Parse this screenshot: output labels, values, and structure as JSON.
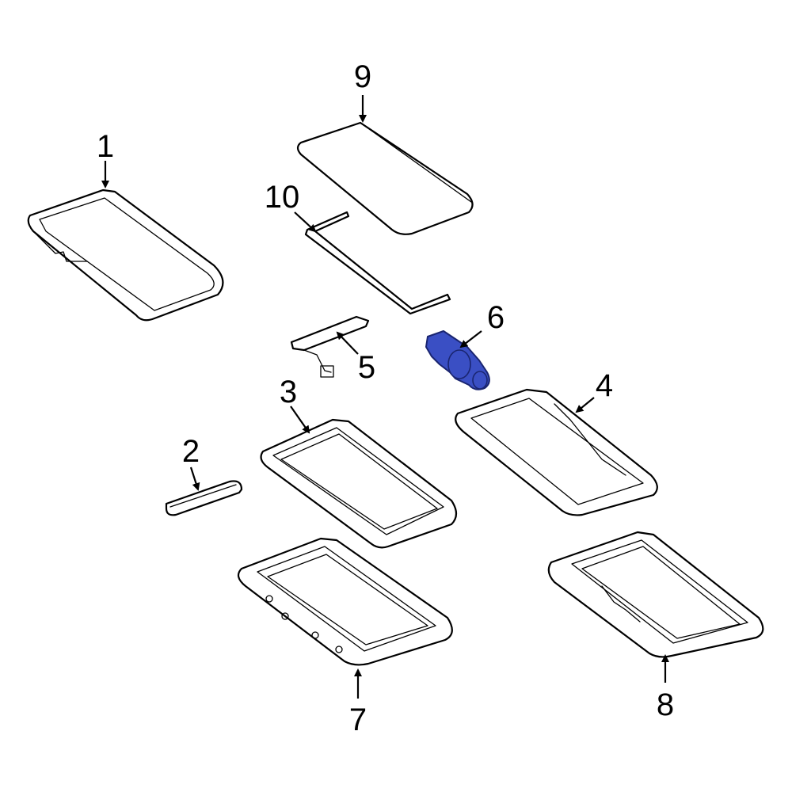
{
  "callouts": [
    {
      "number": "1",
      "part": "glass-frame"
    },
    {
      "number": "2",
      "part": "trim-piece"
    },
    {
      "number": "3",
      "part": "sunroof-frame"
    },
    {
      "number": "4",
      "part": "drain-frame"
    },
    {
      "number": "5",
      "part": "cable-assembly"
    },
    {
      "number": "6",
      "part": "sunroof-motor"
    },
    {
      "number": "7",
      "part": "housing-lower"
    },
    {
      "number": "8",
      "part": "housing-rear"
    },
    {
      "number": "9",
      "part": "glass-panel"
    },
    {
      "number": "10",
      "part": "seal"
    }
  ],
  "colors": {
    "line": "#000000",
    "highlight_fill": "#3a4fc4",
    "highlight_stroke": "#1a2570",
    "background": "#ffffff"
  }
}
